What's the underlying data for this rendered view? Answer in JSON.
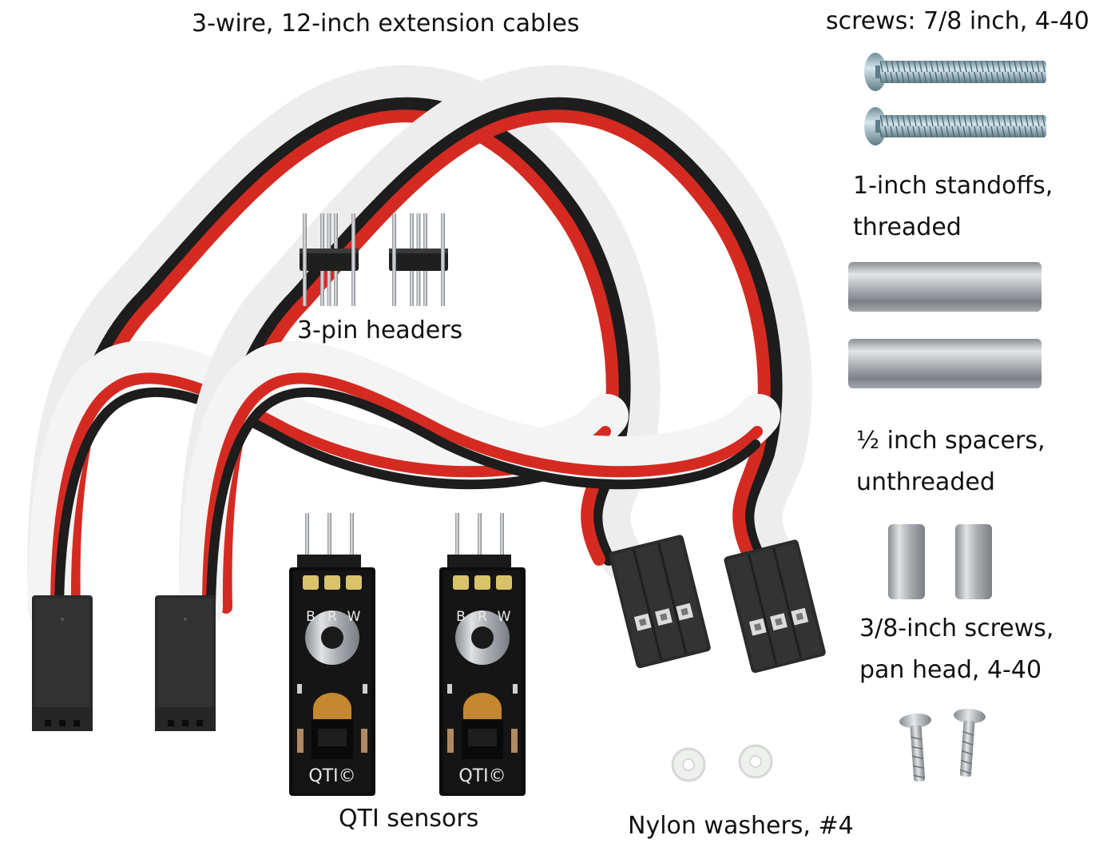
{
  "labels": {
    "extension_cables": "3-wire, 12-inch extension cables",
    "screws_long": "screws: 7/8 inch, 4-40",
    "standoffs_line1": "1-inch standoffs,",
    "standoffs_line2": "threaded",
    "pin_headers": "3-pin headers",
    "spacers_line1": "½ inch spacers,",
    "spacers_line2": "unthreaded",
    "screws_short_line1": "3/8-inch screws,",
    "screws_short_line2": "pan head, 4-40",
    "qti_sensors": "QTI sensors",
    "nylon_washers": "Nylon washers, #4"
  },
  "sensor_markings": {
    "pins": [
      "B",
      "R",
      "W"
    ],
    "brand": "QTI©"
  },
  "cable_colors": {
    "white": "#f4f4f4",
    "red": "#d42a22",
    "black": "#1d1d1d"
  }
}
